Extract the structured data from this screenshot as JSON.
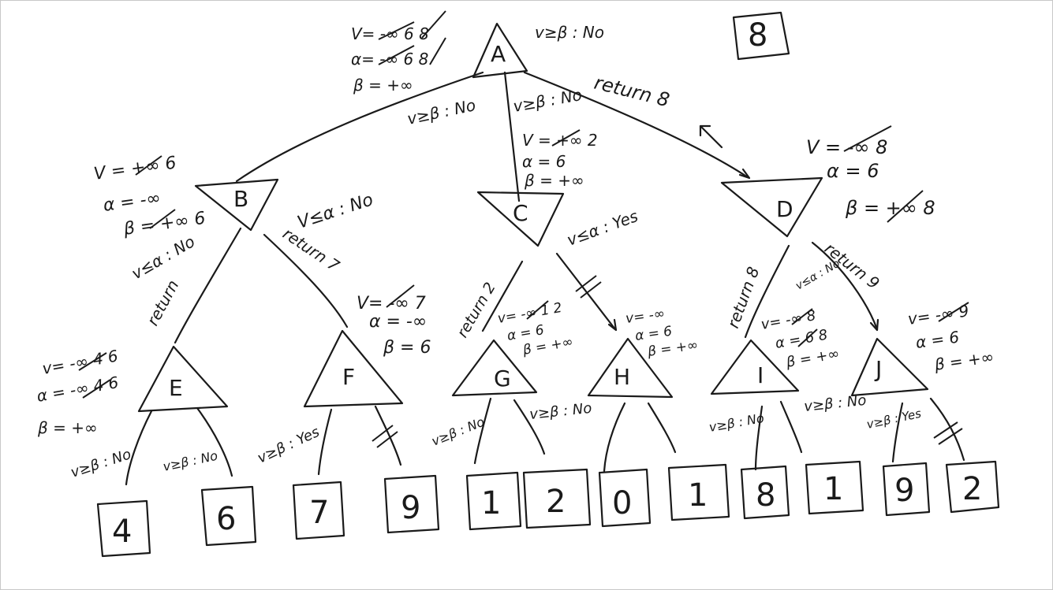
{
  "result_box": "8",
  "nodes": {
    "A": {
      "label": "A",
      "notes": [
        "V= -∞ 6 8",
        "α= -∞ 6 8",
        "β = +∞"
      ],
      "right_note": "v≥β : No"
    },
    "B": {
      "label": "B",
      "notes": [
        "V = +∞ 6",
        "α = -∞",
        "β = +∞ 6"
      ]
    },
    "C": {
      "label": "C",
      "notes": [
        "V = +∞ 2",
        "α = 6",
        "β = +∞"
      ]
    },
    "D": {
      "label": "D",
      "notes": [
        "V = -∞ 8",
        "α = 6",
        "β = +∞ 8"
      ]
    },
    "E": {
      "label": "E",
      "notes": [
        "v= -∞ 4 6",
        "α = -∞ 4 6",
        "β = +∞"
      ]
    },
    "F": {
      "label": "F",
      "notes": [
        "V= -∞ 7",
        "α = -∞",
        "β = 6"
      ]
    },
    "G": {
      "label": "G",
      "notes": [
        "v= -∞ 1 2",
        "α = 6",
        "β = +∞"
      ]
    },
    "H": {
      "label": "H",
      "notes": [
        "v= -∞",
        "α = 6",
        "β = +∞"
      ]
    },
    "I": {
      "label": "I",
      "notes": [
        "v= -∞ 8",
        "α = 6 8",
        "β = +∞"
      ]
    },
    "J": {
      "label": "J",
      "notes": [
        "v= -∞ 9",
        "α = 6",
        "β = +∞"
      ]
    }
  },
  "edge_notes": {
    "ab": "v≥β : No",
    "ac": "v≥β : No",
    "ad_return": "return 8",
    "b_check1": "v≤α : No",
    "b_check2": "V≤α : No",
    "b_return_left": "return",
    "b_return_right": "return 7",
    "c_return_left": "return 2",
    "c_check": "v≤α : Yes",
    "d_return_left": "return 8",
    "d_return_right": "return 9",
    "d_check": "v≤α : No",
    "e_left": "v≥β : No",
    "e_right": "v≥β : No",
    "f_left": "v≥β : Yes",
    "g_left": "v≥β : No",
    "g_right": "v≥β : No",
    "i_left": "v≥β : No",
    "i_right": "v≥β : No",
    "j_left": "v≥β : Yes"
  },
  "leaves": [
    "4",
    "6",
    "7",
    "9",
    "1",
    "2",
    "0",
    "1",
    "8",
    "1",
    "9",
    "2"
  ]
}
